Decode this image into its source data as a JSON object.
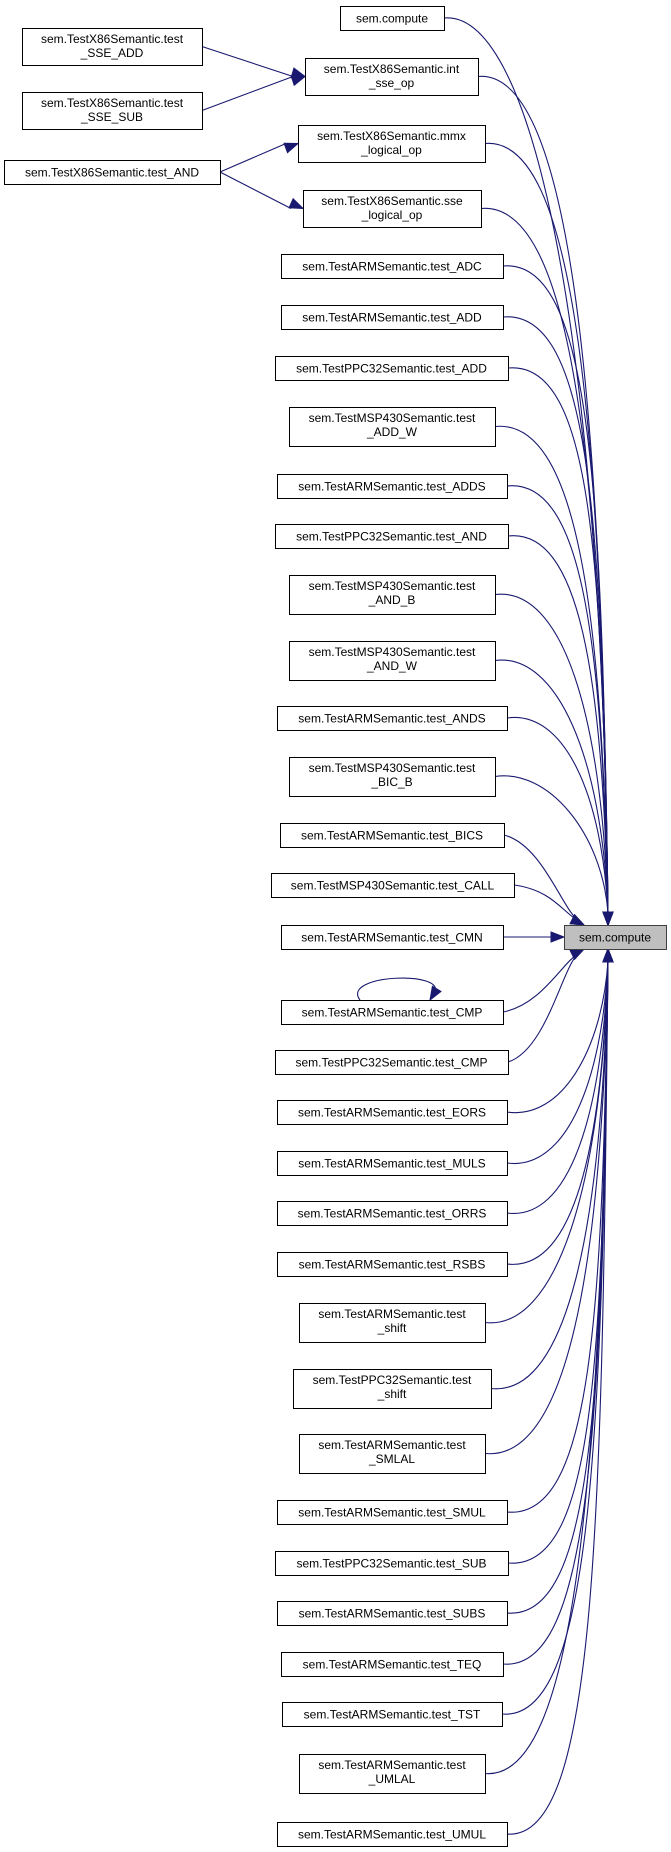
{
  "target": "sem.compute",
  "nodes": [
    {
      "id": "n_compute_top",
      "lines": [
        "sem.compute"
      ]
    },
    {
      "id": "n_x86_test_sse_add",
      "lines": [
        "sem.TestX86Semantic.test",
        "_SSE_ADD"
      ]
    },
    {
      "id": "n_x86_int_sse_op",
      "lines": [
        "sem.TestX86Semantic.int",
        "_sse_op"
      ]
    },
    {
      "id": "n_x86_test_sse_sub",
      "lines": [
        "sem.TestX86Semantic.test",
        "_SSE_SUB"
      ]
    },
    {
      "id": "n_x86_mmx_logical_op",
      "lines": [
        "sem.TestX86Semantic.mmx",
        "_logical_op"
      ]
    },
    {
      "id": "n_x86_test_and",
      "lines": [
        "sem.TestX86Semantic.test_AND"
      ]
    },
    {
      "id": "n_x86_sse_logical_op",
      "lines": [
        "sem.TestX86Semantic.sse",
        "_logical_op"
      ]
    },
    {
      "id": "n_arm_test_adc",
      "lines": [
        "sem.TestARMSemantic.test_ADC"
      ]
    },
    {
      "id": "n_arm_test_add",
      "lines": [
        "sem.TestARMSemantic.test_ADD"
      ]
    },
    {
      "id": "n_ppc_test_add",
      "lines": [
        "sem.TestPPC32Semantic.test_ADD"
      ]
    },
    {
      "id": "n_msp_test_add_w",
      "lines": [
        "sem.TestMSP430Semantic.test",
        "_ADD_W"
      ]
    },
    {
      "id": "n_arm_test_adds",
      "lines": [
        "sem.TestARMSemantic.test_ADDS"
      ]
    },
    {
      "id": "n_ppc_test_and",
      "lines": [
        "sem.TestPPC32Semantic.test_AND"
      ]
    },
    {
      "id": "n_msp_test_and_b",
      "lines": [
        "sem.TestMSP430Semantic.test",
        "_AND_B"
      ]
    },
    {
      "id": "n_msp_test_and_w",
      "lines": [
        "sem.TestMSP430Semantic.test",
        "_AND_W"
      ]
    },
    {
      "id": "n_arm_test_ands",
      "lines": [
        "sem.TestARMSemantic.test_ANDS"
      ]
    },
    {
      "id": "n_msp_test_bic_b",
      "lines": [
        "sem.TestMSP430Semantic.test",
        "_BIC_B"
      ]
    },
    {
      "id": "n_arm_test_bics",
      "lines": [
        "sem.TestARMSemantic.test_BICS"
      ]
    },
    {
      "id": "n_msp_test_call",
      "lines": [
        "sem.TestMSP430Semantic.test_CALL"
      ]
    },
    {
      "id": "n_arm_test_cmn",
      "lines": [
        "sem.TestARMSemantic.test_CMN"
      ]
    },
    {
      "id": "n_compute_main",
      "lines": [
        "sem.compute"
      ]
    },
    {
      "id": "n_arm_test_cmp",
      "lines": [
        "sem.TestARMSemantic.test_CMP"
      ]
    },
    {
      "id": "n_ppc_test_cmp",
      "lines": [
        "sem.TestPPC32Semantic.test_CMP"
      ]
    },
    {
      "id": "n_arm_test_eors",
      "lines": [
        "sem.TestARMSemantic.test_EORS"
      ]
    },
    {
      "id": "n_arm_test_muls",
      "lines": [
        "sem.TestARMSemantic.test_MULS"
      ]
    },
    {
      "id": "n_arm_test_orrs",
      "lines": [
        "sem.TestARMSemantic.test_ORRS"
      ]
    },
    {
      "id": "n_arm_test_rsbs",
      "lines": [
        "sem.TestARMSemantic.test_RSBS"
      ]
    },
    {
      "id": "n_arm_test_shift",
      "lines": [
        "sem.TestARMSemantic.test",
        "_shift"
      ]
    },
    {
      "id": "n_ppc_test_shift",
      "lines": [
        "sem.TestPPC32Semantic.test",
        "_shift"
      ]
    },
    {
      "id": "n_arm_test_smlal",
      "lines": [
        "sem.TestARMSemantic.test",
        "_SMLAL"
      ]
    },
    {
      "id": "n_arm_test_smul",
      "lines": [
        "sem.TestARMSemantic.test_SMUL"
      ]
    },
    {
      "id": "n_ppc_test_sub",
      "lines": [
        "sem.TestPPC32Semantic.test_SUB"
      ]
    },
    {
      "id": "n_arm_test_subs",
      "lines": [
        "sem.TestARMSemantic.test_SUBS"
      ]
    },
    {
      "id": "n_arm_test_teq",
      "lines": [
        "sem.TestARMSemantic.test_TEQ"
      ]
    },
    {
      "id": "n_arm_test_tst",
      "lines": [
        "sem.TestARMSemantic.test_TST"
      ]
    },
    {
      "id": "n_arm_test_umlal",
      "lines": [
        "sem.TestARMSemantic.test",
        "_UMLAL"
      ]
    },
    {
      "id": "n_arm_test_umul",
      "lines": [
        "sem.TestARMSemantic.test_UMUL"
      ]
    }
  ],
  "edges": [
    {
      "from": "n_x86_test_sse_add",
      "to": "n_x86_int_sse_op"
    },
    {
      "from": "n_x86_test_sse_sub",
      "to": "n_x86_int_sse_op"
    },
    {
      "from": "n_x86_test_and",
      "to": "n_x86_mmx_logical_op"
    },
    {
      "from": "n_x86_test_and",
      "to": "n_x86_sse_logical_op"
    },
    {
      "from": "n_compute_top",
      "to": "n_compute_main"
    },
    {
      "from": "n_x86_int_sse_op",
      "to": "n_compute_main"
    },
    {
      "from": "n_x86_mmx_logical_op",
      "to": "n_compute_main"
    },
    {
      "from": "n_x86_sse_logical_op",
      "to": "n_compute_main"
    },
    {
      "from": "n_arm_test_adc",
      "to": "n_compute_main"
    },
    {
      "from": "n_arm_test_add",
      "to": "n_compute_main"
    },
    {
      "from": "n_ppc_test_add",
      "to": "n_compute_main"
    },
    {
      "from": "n_msp_test_add_w",
      "to": "n_compute_main"
    },
    {
      "from": "n_arm_test_adds",
      "to": "n_compute_main"
    },
    {
      "from": "n_ppc_test_and",
      "to": "n_compute_main"
    },
    {
      "from": "n_msp_test_and_b",
      "to": "n_compute_main"
    },
    {
      "from": "n_msp_test_and_w",
      "to": "n_compute_main"
    },
    {
      "from": "n_arm_test_ands",
      "to": "n_compute_main"
    },
    {
      "from": "n_msp_test_bic_b",
      "to": "n_compute_main"
    },
    {
      "from": "n_arm_test_bics",
      "to": "n_compute_main"
    },
    {
      "from": "n_msp_test_call",
      "to": "n_compute_main"
    },
    {
      "from": "n_arm_test_cmn",
      "to": "n_compute_main"
    },
    {
      "from": "n_arm_test_cmp",
      "to": "n_compute_main"
    },
    {
      "from": "n_arm_test_cmp",
      "to": "n_arm_test_cmp"
    },
    {
      "from": "n_ppc_test_cmp",
      "to": "n_compute_main"
    },
    {
      "from": "n_arm_test_eors",
      "to": "n_compute_main"
    },
    {
      "from": "n_arm_test_muls",
      "to": "n_compute_main"
    },
    {
      "from": "n_arm_test_orrs",
      "to": "n_compute_main"
    },
    {
      "from": "n_arm_test_rsbs",
      "to": "n_compute_main"
    },
    {
      "from": "n_arm_test_shift",
      "to": "n_compute_main"
    },
    {
      "from": "n_ppc_test_shift",
      "to": "n_compute_main"
    },
    {
      "from": "n_arm_test_smlal",
      "to": "n_compute_main"
    },
    {
      "from": "n_arm_test_smul",
      "to": "n_compute_main"
    },
    {
      "from": "n_ppc_test_sub",
      "to": "n_compute_main"
    },
    {
      "from": "n_arm_test_subs",
      "to": "n_compute_main"
    },
    {
      "from": "n_arm_test_teq",
      "to": "n_compute_main"
    },
    {
      "from": "n_arm_test_tst",
      "to": "n_compute_main"
    },
    {
      "from": "n_arm_test_umlal",
      "to": "n_compute_main"
    },
    {
      "from": "n_arm_test_umul",
      "to": "n_compute_main"
    }
  ],
  "colors": {
    "edge": "#191970",
    "focus_fill": "#bfbfbf",
    "node_stroke": "#000000"
  }
}
